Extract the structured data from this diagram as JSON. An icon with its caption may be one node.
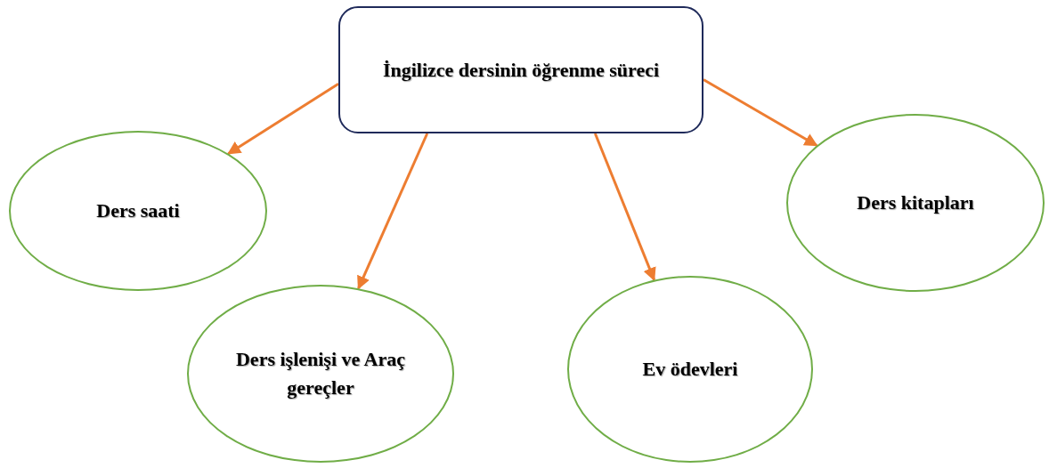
{
  "diagram": {
    "nodes": [
      {
        "text": [
          "İngilizce dersinin öğrenme süreci"
        ]
      },
      {
        "text": [
          "Ders saati"
        ]
      },
      {
        "text": [
          "Ders işlenişi ve Araç gereçler"
        ]
      },
      {
        "text": [
          "Ev ödevleri"
        ]
      },
      {
        "text": [
          "Ders kitapları"
        ]
      }
    ],
    "edges": [
      {
        "from": 0,
        "to": 1,
        "arrow": "to"
      },
      {
        "from": 0,
        "to": 2,
        "arrow": "to"
      },
      {
        "from": 0,
        "to": 3,
        "arrow": "to"
      },
      {
        "from": 0,
        "to": 4,
        "arrow": "to"
      }
    ]
  }
}
